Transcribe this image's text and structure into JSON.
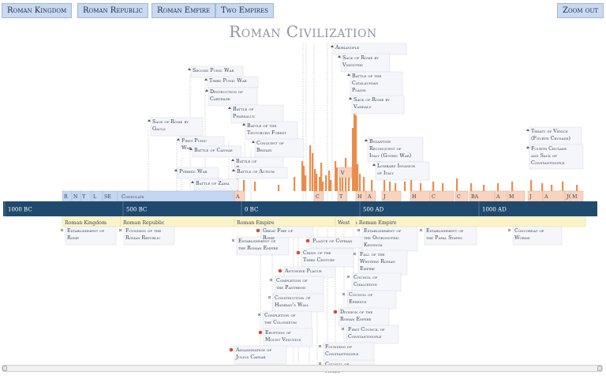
{
  "nav": {
    "roman_kingdom": "Roman Kingdom",
    "roman_republic": "Roman Republic",
    "roman_empire": "Roman Empire",
    "two_empires": "Two Empires",
    "zoom_out": "Zoom out"
  },
  "title": "Roman Civilization",
  "axis": {
    "ticks": [
      "1000 BC",
      "500 BC",
      "0 BC",
      "500 AD",
      "1000 AD"
    ]
  },
  "emperor_letters": [
    "R",
    "N",
    "T",
    "L",
    "SE",
    "A",
    "C",
    "T",
    "H",
    "A",
    "J",
    "H",
    "C",
    "C",
    "BA",
    "A",
    "M",
    "J",
    "A",
    "JO",
    "M",
    "V"
  ],
  "consulate_label": "Consulate",
  "periods": [
    "Roman Kingdom",
    "Roman Republic",
    "Roman Empire",
    "Eastern Roman Empire",
    "West"
  ],
  "events_above": [
    "Adrianople",
    "Sack of Rome by Visigoths",
    "Battle of the Catalaunian Plains",
    "Sack of Rome by Vandals",
    "Second Punic War",
    "Third Punic War",
    "Destruction of Carthage",
    "Battle of Pharsalus",
    "Battle of the Teutoburg Forest",
    "Sack of Rome by Gauls",
    "First Punic War",
    "Battle of Cannae",
    "Conquest of Britain",
    "Battle of Philippi",
    "Pyrrhic War",
    "Battle of Actium",
    "Battle of Zama",
    "Byzantine Reconquest of Italy (Gothic War)",
    "Lombard Invasion of Italy",
    "Treaty of Venice (Fourth Crusade)",
    "Fourth Crusade and Sack of Constantinople"
  ],
  "events_below": [
    "Establishment of Rome",
    "Founding of the Roman Republic",
    "Establishment of the Roman Empire",
    "Great Fire of Rome",
    "Plague of Cyprian",
    "Crisis of the Third Century",
    "Antonine Plague",
    "Completion of the Pantheon",
    "Construction of Hadrian's Wall",
    "Completion of the Colosseum",
    "Eruption of Mount Vesuvius",
    "Assassination of Julius Caesar",
    "Establishment of the Ostrogothic Kingdom",
    "Fall of the Western Roman Empire",
    "Council of Chalcedon",
    "Council of Ephesus",
    "Division of the Roman Empire",
    "First Council of Constantinople",
    "Founding of Constantinople",
    "Council of Nicaea",
    "Establishment of the Papal States",
    "Concordat of Worms"
  ],
  "colors": {
    "axis": "#1f4a6e",
    "consulate": "#c4d6f1",
    "emperor": "#f7d3c0",
    "period": "#fdf3c7",
    "spike": "#e87a2e",
    "disaster": "#d04f3a"
  }
}
